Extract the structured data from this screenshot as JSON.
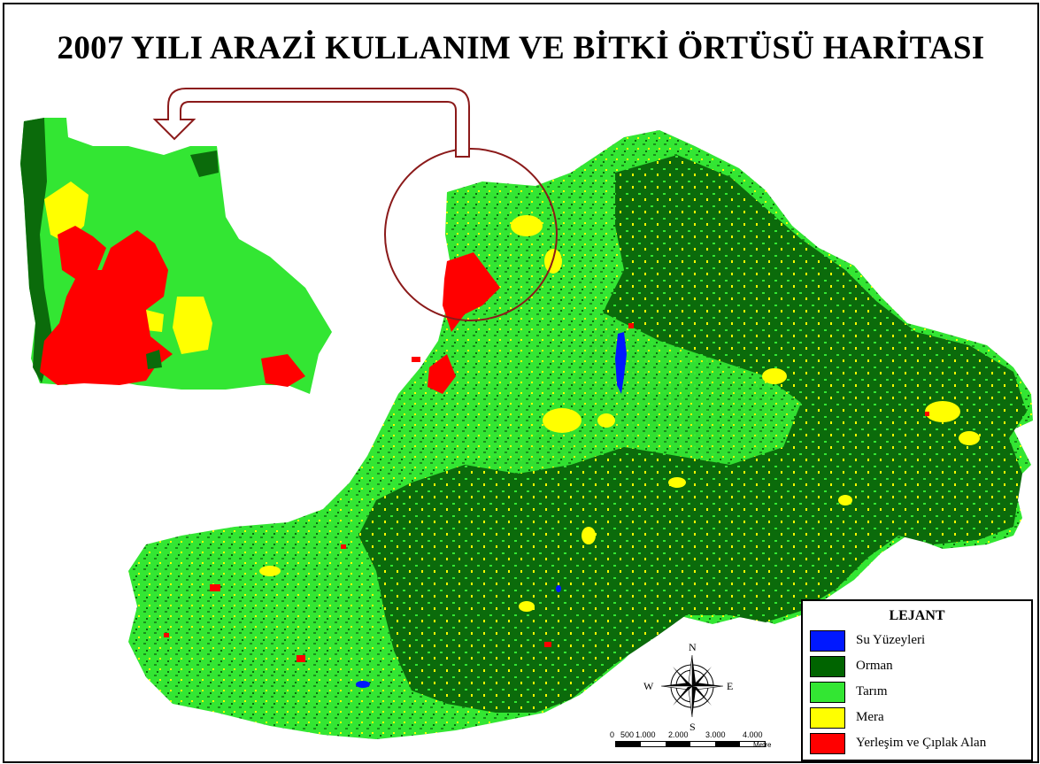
{
  "title": "2007 YILI ARAZİ KULLANIM VE BİTKİ ÖRTÜSÜ HARİTASI",
  "colors": {
    "water": "#0018ff",
    "forest": "#006400",
    "agriculture": "#33e633",
    "pasture": "#ffff00",
    "settlement": "#ff0000",
    "arrow": "#8b1a1a"
  },
  "legend": {
    "title": "LEJANT",
    "items": [
      {
        "label": "Su Yüzeyleri",
        "color": "#0018ff"
      },
      {
        "label": "Orman",
        "color": "#006400"
      },
      {
        "label": "Tarım",
        "color": "#33e633"
      },
      {
        "label": "Mera",
        "color": "#ffff00"
      },
      {
        "label": "Yerleşim ve Çıplak Alan",
        "color": "#ff0000"
      }
    ]
  },
  "compass": {
    "n": "N",
    "s": "S",
    "e": "E",
    "w": "W",
    "icon": "compass-rose-icon"
  },
  "scale": {
    "ticks": [
      "0",
      "500",
      "1.000",
      "2.000",
      "3.000",
      "4.000"
    ],
    "unit": "Metre"
  }
}
